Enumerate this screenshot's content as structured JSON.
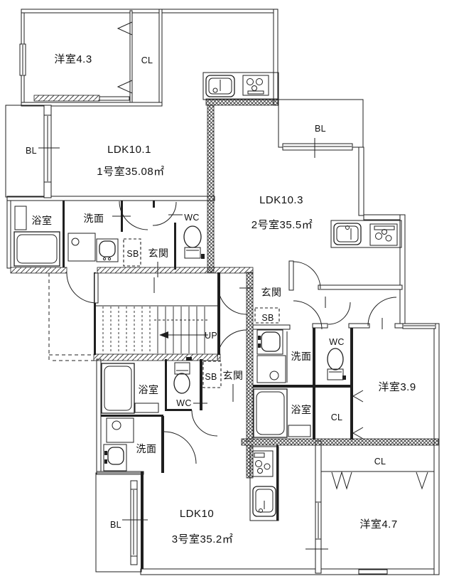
{
  "floorplan": {
    "common": {
      "balcony": "BL",
      "closet": "CL",
      "entrance": "玄関",
      "bath": "浴室",
      "washroom": "洗面",
      "toilet": "WC",
      "shoe_box": "SB",
      "stairs_up": "UP"
    },
    "unit1": {
      "ldk": "LDK10.1",
      "area": "1号室35.08㎡",
      "bedroom": "洋室4.3"
    },
    "unit2": {
      "ldk": "LDK10.3",
      "area": "2号室35.5㎡",
      "bedroom": "洋室3.9"
    },
    "unit3": {
      "ldk": "LDK10",
      "area": "3号室35.2㎡",
      "bedroom": "洋室4.7"
    },
    "colors": {
      "line": "#1f1f1f",
      "background": "#ffffff"
    }
  }
}
